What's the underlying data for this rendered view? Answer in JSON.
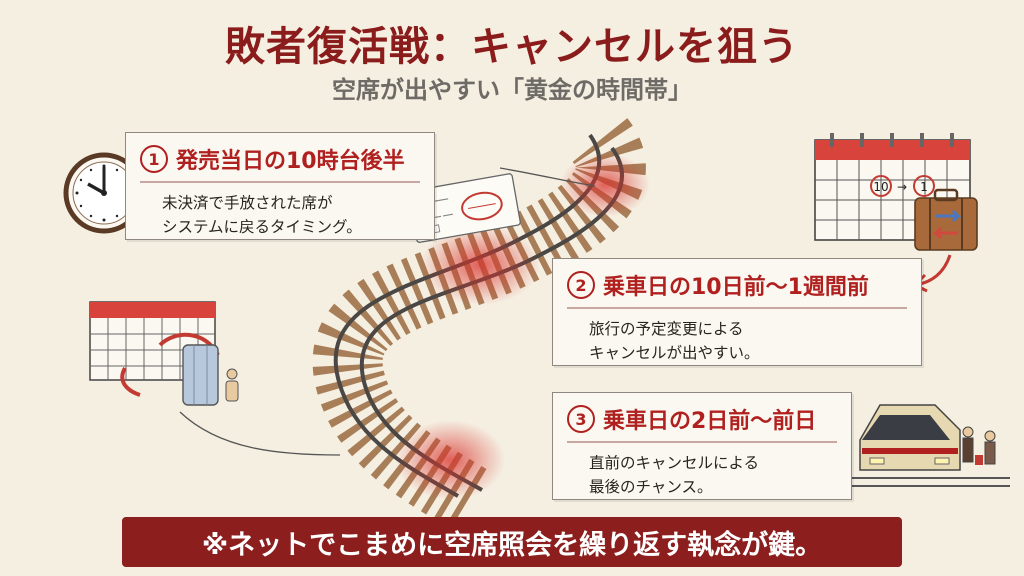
{
  "title": "敗者復活戦：キャンセルを狙う",
  "subtitle": "空席が出やすい「黄金の時間帯」",
  "points": [
    {
      "number": "1",
      "heading": "発売当日の10時台後半",
      "lines": [
        "未決済で手放された席が",
        "システムに戻るタイミング。"
      ]
    },
    {
      "number": "2",
      "heading": "乗車日の10日前〜1週間前",
      "lines": [
        "旅行の予定変更による",
        "キャンセルが出やすい。"
      ]
    },
    {
      "number": "3",
      "heading": "乗車日の2日前〜前日",
      "lines": [
        "直前のキャンセルによる",
        "最後のチャンス。"
      ]
    }
  ],
  "calendar_label": {
    "from": "10",
    "arrow": "→",
    "to": "1"
  },
  "footer": "※ネットでこまめに空席照会を繰り返す執念が鍵。",
  "colors": {
    "accent": "#8c1e1e",
    "red": "#b0201f",
    "background": "#f5efe2"
  },
  "icons": [
    "clock-icon",
    "ticket-icon",
    "calendar-icon",
    "suitcase-icon",
    "traveler-icon",
    "train-icon",
    "railway-track"
  ]
}
